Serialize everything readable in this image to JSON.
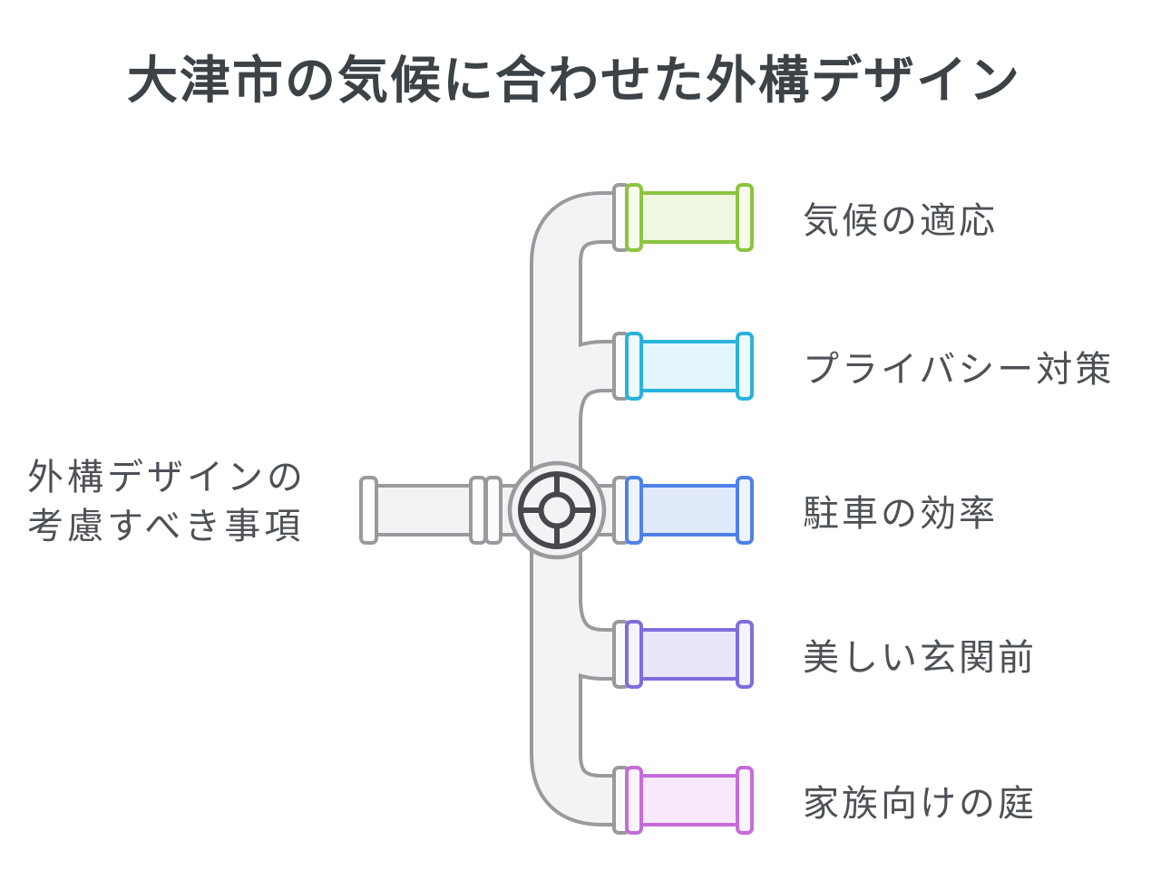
{
  "title": "大津市の気候に合わせた外構デザイン",
  "source_label": {
    "line1": "外構デザインの",
    "line2": "考慮すべき事項"
  },
  "branches": [
    {
      "label": "気候の適応",
      "color": "#8bc53e",
      "body_fill": "#eff7e2",
      "ring_fill": "#f8fcef"
    },
    {
      "label": "プライバシー対策",
      "color": "#29b3dc",
      "body_fill": "#e2f6fb",
      "ring_fill": "#f0fafd"
    },
    {
      "label": "駐車の効率",
      "color": "#4f82e8",
      "body_fill": "#e0eafb",
      "ring_fill": "#eef4fd"
    },
    {
      "label": "美しい玄関前",
      "color": "#7d6edf",
      "body_fill": "#e9e6fa",
      "ring_fill": "#f5f3fd"
    },
    {
      "label": "家族向けの庭",
      "color": "#c56cd9",
      "body_fill": "#f8e8fb",
      "ring_fill": "#fbf3fd"
    }
  ],
  "pipe_colors": {
    "fill": "#f3f3f5",
    "stroke": "#9a9a9e",
    "flange_fill": "#fcfcfd",
    "wheel_dark": "#47474d"
  },
  "text_colors": {
    "title": "#3d4246",
    "label": "#4d5156"
  }
}
